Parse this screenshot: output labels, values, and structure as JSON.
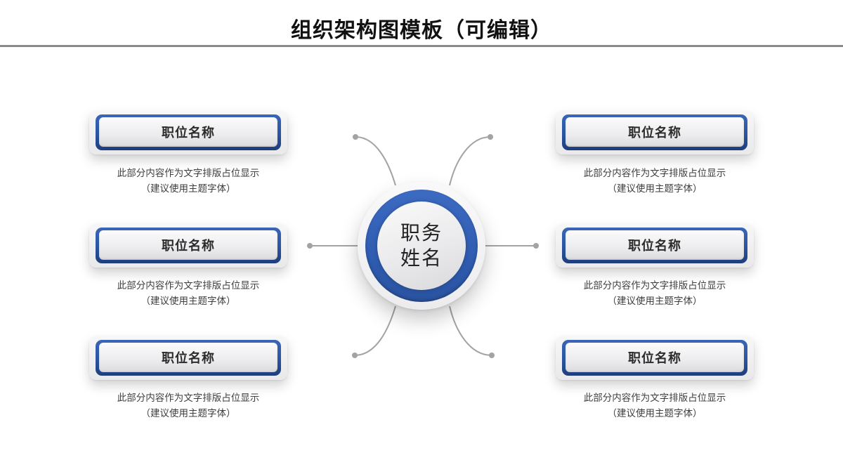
{
  "title": "组织架构图模板（可编辑）",
  "center": {
    "line1": "职务",
    "line2": "姓名"
  },
  "nodes": [
    {
      "position": "left-top",
      "label": "职位名称",
      "desc_line1": "此部分内容作为文字排版占位显示",
      "desc_line2": "（建议使用主题字体）"
    },
    {
      "position": "left-middle",
      "label": "职位名称",
      "desc_line1": "此部分内容作为文字排版占位显示",
      "desc_line2": "（建议使用主题字体）"
    },
    {
      "position": "left-bottom",
      "label": "职位名称",
      "desc_line1": "此部分内容作为文字排版占位显示",
      "desc_line2": "（建议使用主题字体）"
    },
    {
      "position": "right-top",
      "label": "职位名称",
      "desc_line1": "此部分内容作为文字排版占位显示",
      "desc_line2": "（建议使用主题字体）"
    },
    {
      "position": "right-middle",
      "label": "职位名称",
      "desc_line1": "此部分内容作为文字排版占位显示",
      "desc_line2": "（建议使用主题字体）"
    },
    {
      "position": "right-bottom",
      "label": "职位名称",
      "desc_line1": "此部分内容作为文字排版占位显示",
      "desc_line2": "（建议使用主题字体）"
    }
  ],
  "colors": {
    "accent_blue": "#2d57a6",
    "connector_gray": "#9a9a9a",
    "title_rule": "#8a8a8a"
  }
}
